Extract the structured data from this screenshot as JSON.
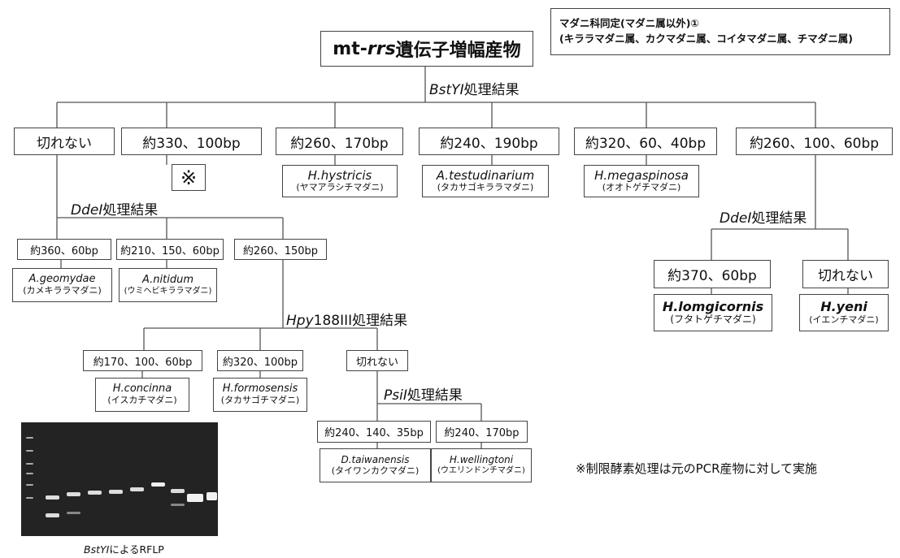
{
  "title_box": {
    "line1": "マダニ科同定(マダニ属以外)①",
    "line2": "(キララマダニ属、カクマダニ属、コイタマダニ属、チマダニ属)"
  },
  "root": {
    "prefix": "mt-",
    "italic": "rrs",
    "suffix": "遺伝子増幅産物"
  },
  "step1": {
    "enzyme": "BstYI",
    "suffix": "処理結果"
  },
  "level1": [
    {
      "label": "切れない"
    },
    {
      "label": "約330、100bp"
    },
    {
      "label": "約260、170bp"
    },
    {
      "label": "約240、190bp"
    },
    {
      "label": "約320、60、40bp"
    },
    {
      "label": "約260、100、60bp"
    }
  ],
  "asterisk_box": "※",
  "species_l1": [
    {
      "name": "H.hystricis",
      "jp": "(ヤマアラシチマダニ)"
    },
    {
      "name": "A.testudinarium",
      "jp": "(タカサゴキララマダニ)"
    },
    {
      "name": "H.megaspinosa",
      "jp": "(オオトゲチマダニ)"
    }
  ],
  "step_ddel_left": {
    "enzyme": "DdeI",
    "suffix": "処理結果"
  },
  "ddel_left": [
    {
      "label": "約360、60bp"
    },
    {
      "label": "約210、150、60bp"
    },
    {
      "label": "約260、150bp"
    }
  ],
  "species_ddel_left": [
    {
      "name": "A.geomydae",
      "jp": "(カメキララマダニ)"
    },
    {
      "name": "A.nitidum",
      "jp": "(ウミヘビキララマダニ)"
    }
  ],
  "step_ddel_right": {
    "enzyme": "DdeI",
    "suffix": "処理結果"
  },
  "ddel_right": [
    {
      "label": "約370、60bp"
    },
    {
      "label": "切れない"
    }
  ],
  "species_ddel_right": [
    {
      "name": "H.lomgicornis",
      "jp": "(フタトゲチマダニ)"
    },
    {
      "name": "H.yeni",
      "jp": "(イエンチマダニ)"
    }
  ],
  "step_hpy": {
    "enzyme": "Hpy",
    "suffix": "188III処理結果"
  },
  "hpy": [
    {
      "label": "約170、100、60bp"
    },
    {
      "label": "約320、100bp"
    },
    {
      "label": "切れない"
    }
  ],
  "species_hpy": [
    {
      "name": "H.concinna",
      "jp": "(イスカチマダニ)"
    },
    {
      "name": "H.formosensis",
      "jp": "(タカサゴチマダニ)"
    }
  ],
  "step_psi": {
    "enzyme": "PsiI",
    "suffix": "処理結果"
  },
  "psi": [
    {
      "label": "約240、140、35bp"
    },
    {
      "label": "約240、170bp"
    }
  ],
  "species_psi": [
    {
      "name": "D.taiwanensis",
      "jp": "(タイワンカクマダニ)"
    },
    {
      "name": "H.wellingtoni",
      "jp": "(ウエリンドンチマダニ)"
    }
  ],
  "note": "※制限酵素処理は元のPCR産物に対して実施",
  "gel_caption": {
    "enzyme": "BstYI",
    "suffix": "によるRFLP"
  },
  "colors": {
    "line": "#555555",
    "border": "#444444",
    "gel_bg": "#232323",
    "band": "#f2f2f2"
  }
}
